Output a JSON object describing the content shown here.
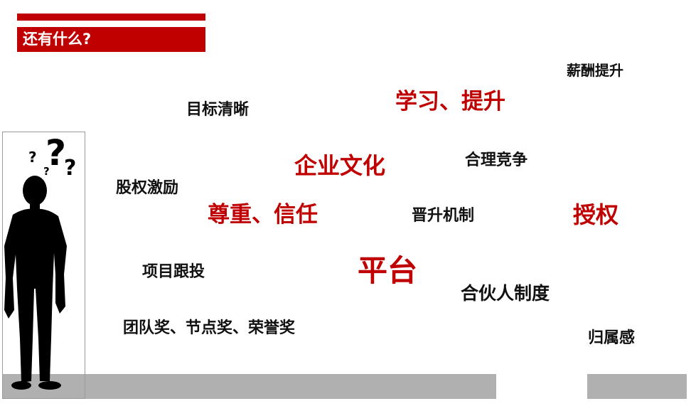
{
  "title": "还有什么?",
  "colors": {
    "accent": "#c00000",
    "text": "#111111",
    "floor": "#b0b0b0"
  },
  "figure": {
    "icon": "thinking-person-question-marks"
  },
  "words": {
    "salary_up": "薪酬提升",
    "goal_clear": "目标清晰",
    "learn_improve": "学习、提升",
    "corporate_culture": "企业文化",
    "fair_competition": "合理竞争",
    "equity_incentive": "股权激励",
    "respect_trust": "尊重、信任",
    "promotion_mechanism": "晋升机制",
    "empowerment": "授权",
    "project_coinvest": "项目跟投",
    "platform": "平台",
    "partner_system": "合伙人制度",
    "awards": "团队奖、节点奖、荣誉奖",
    "belonging": "归属感"
  }
}
